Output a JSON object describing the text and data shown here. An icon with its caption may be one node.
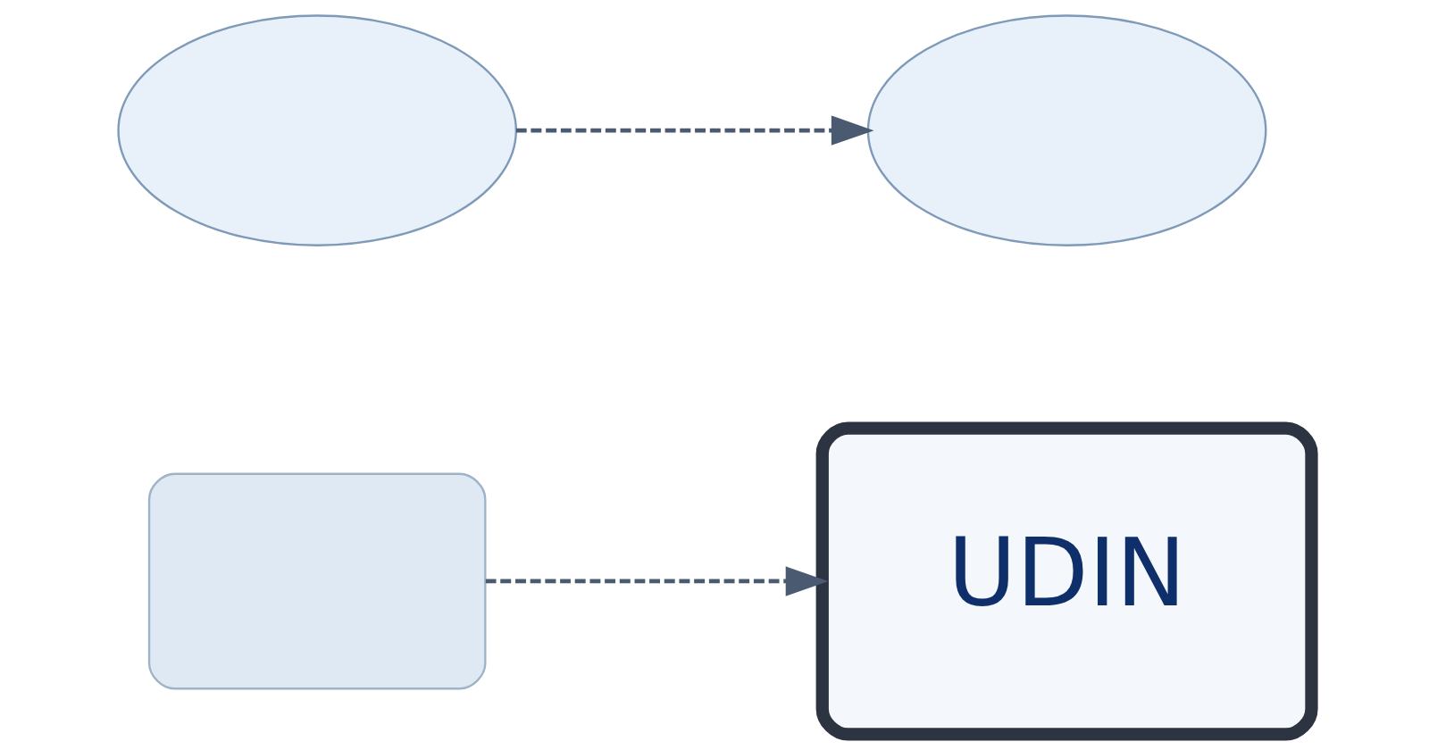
{
  "diagram": {
    "nodes": [
      {
        "text": [],
        "shape": "box"
      },
      {
        "text": [
          "UDIN"
        ]
      },
      {
        "text": [],
        "shape": "cloud"
      },
      {
        "text": [],
        "shape": "cloud"
      }
    ],
    "edges": [
      {
        "from": 0,
        "to": 1,
        "arrow": "to",
        "style": "dashed"
      },
      {
        "from": 2,
        "to": 3,
        "arrow": "to",
        "style": "dashed"
      }
    ]
  }
}
